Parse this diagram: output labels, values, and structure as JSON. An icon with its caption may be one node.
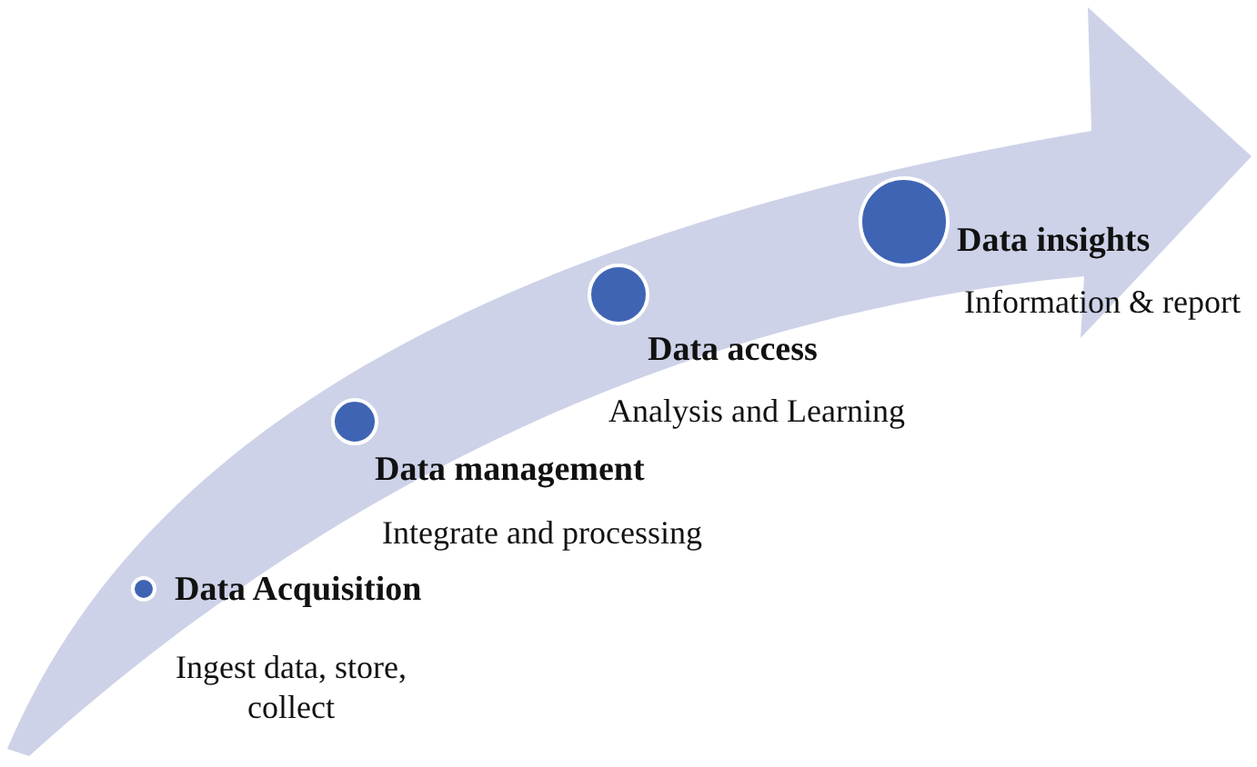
{
  "diagram": {
    "nodes": [
      {
        "text": [],
        "shape": "circle",
        "beside": [
          "Data Acquisition",
          "Ingest data, store, collect"
        ]
      },
      {
        "text": [],
        "shape": "circle",
        "beside": [
          "Data management",
          "Integrate and processing"
        ]
      },
      {
        "text": [],
        "shape": "circle",
        "beside": [
          "Data access",
          "Analysis and Learning"
        ]
      },
      {
        "text": [],
        "shape": "circle",
        "beside": [
          "Data insights",
          "Information & report"
        ]
      }
    ]
  }
}
